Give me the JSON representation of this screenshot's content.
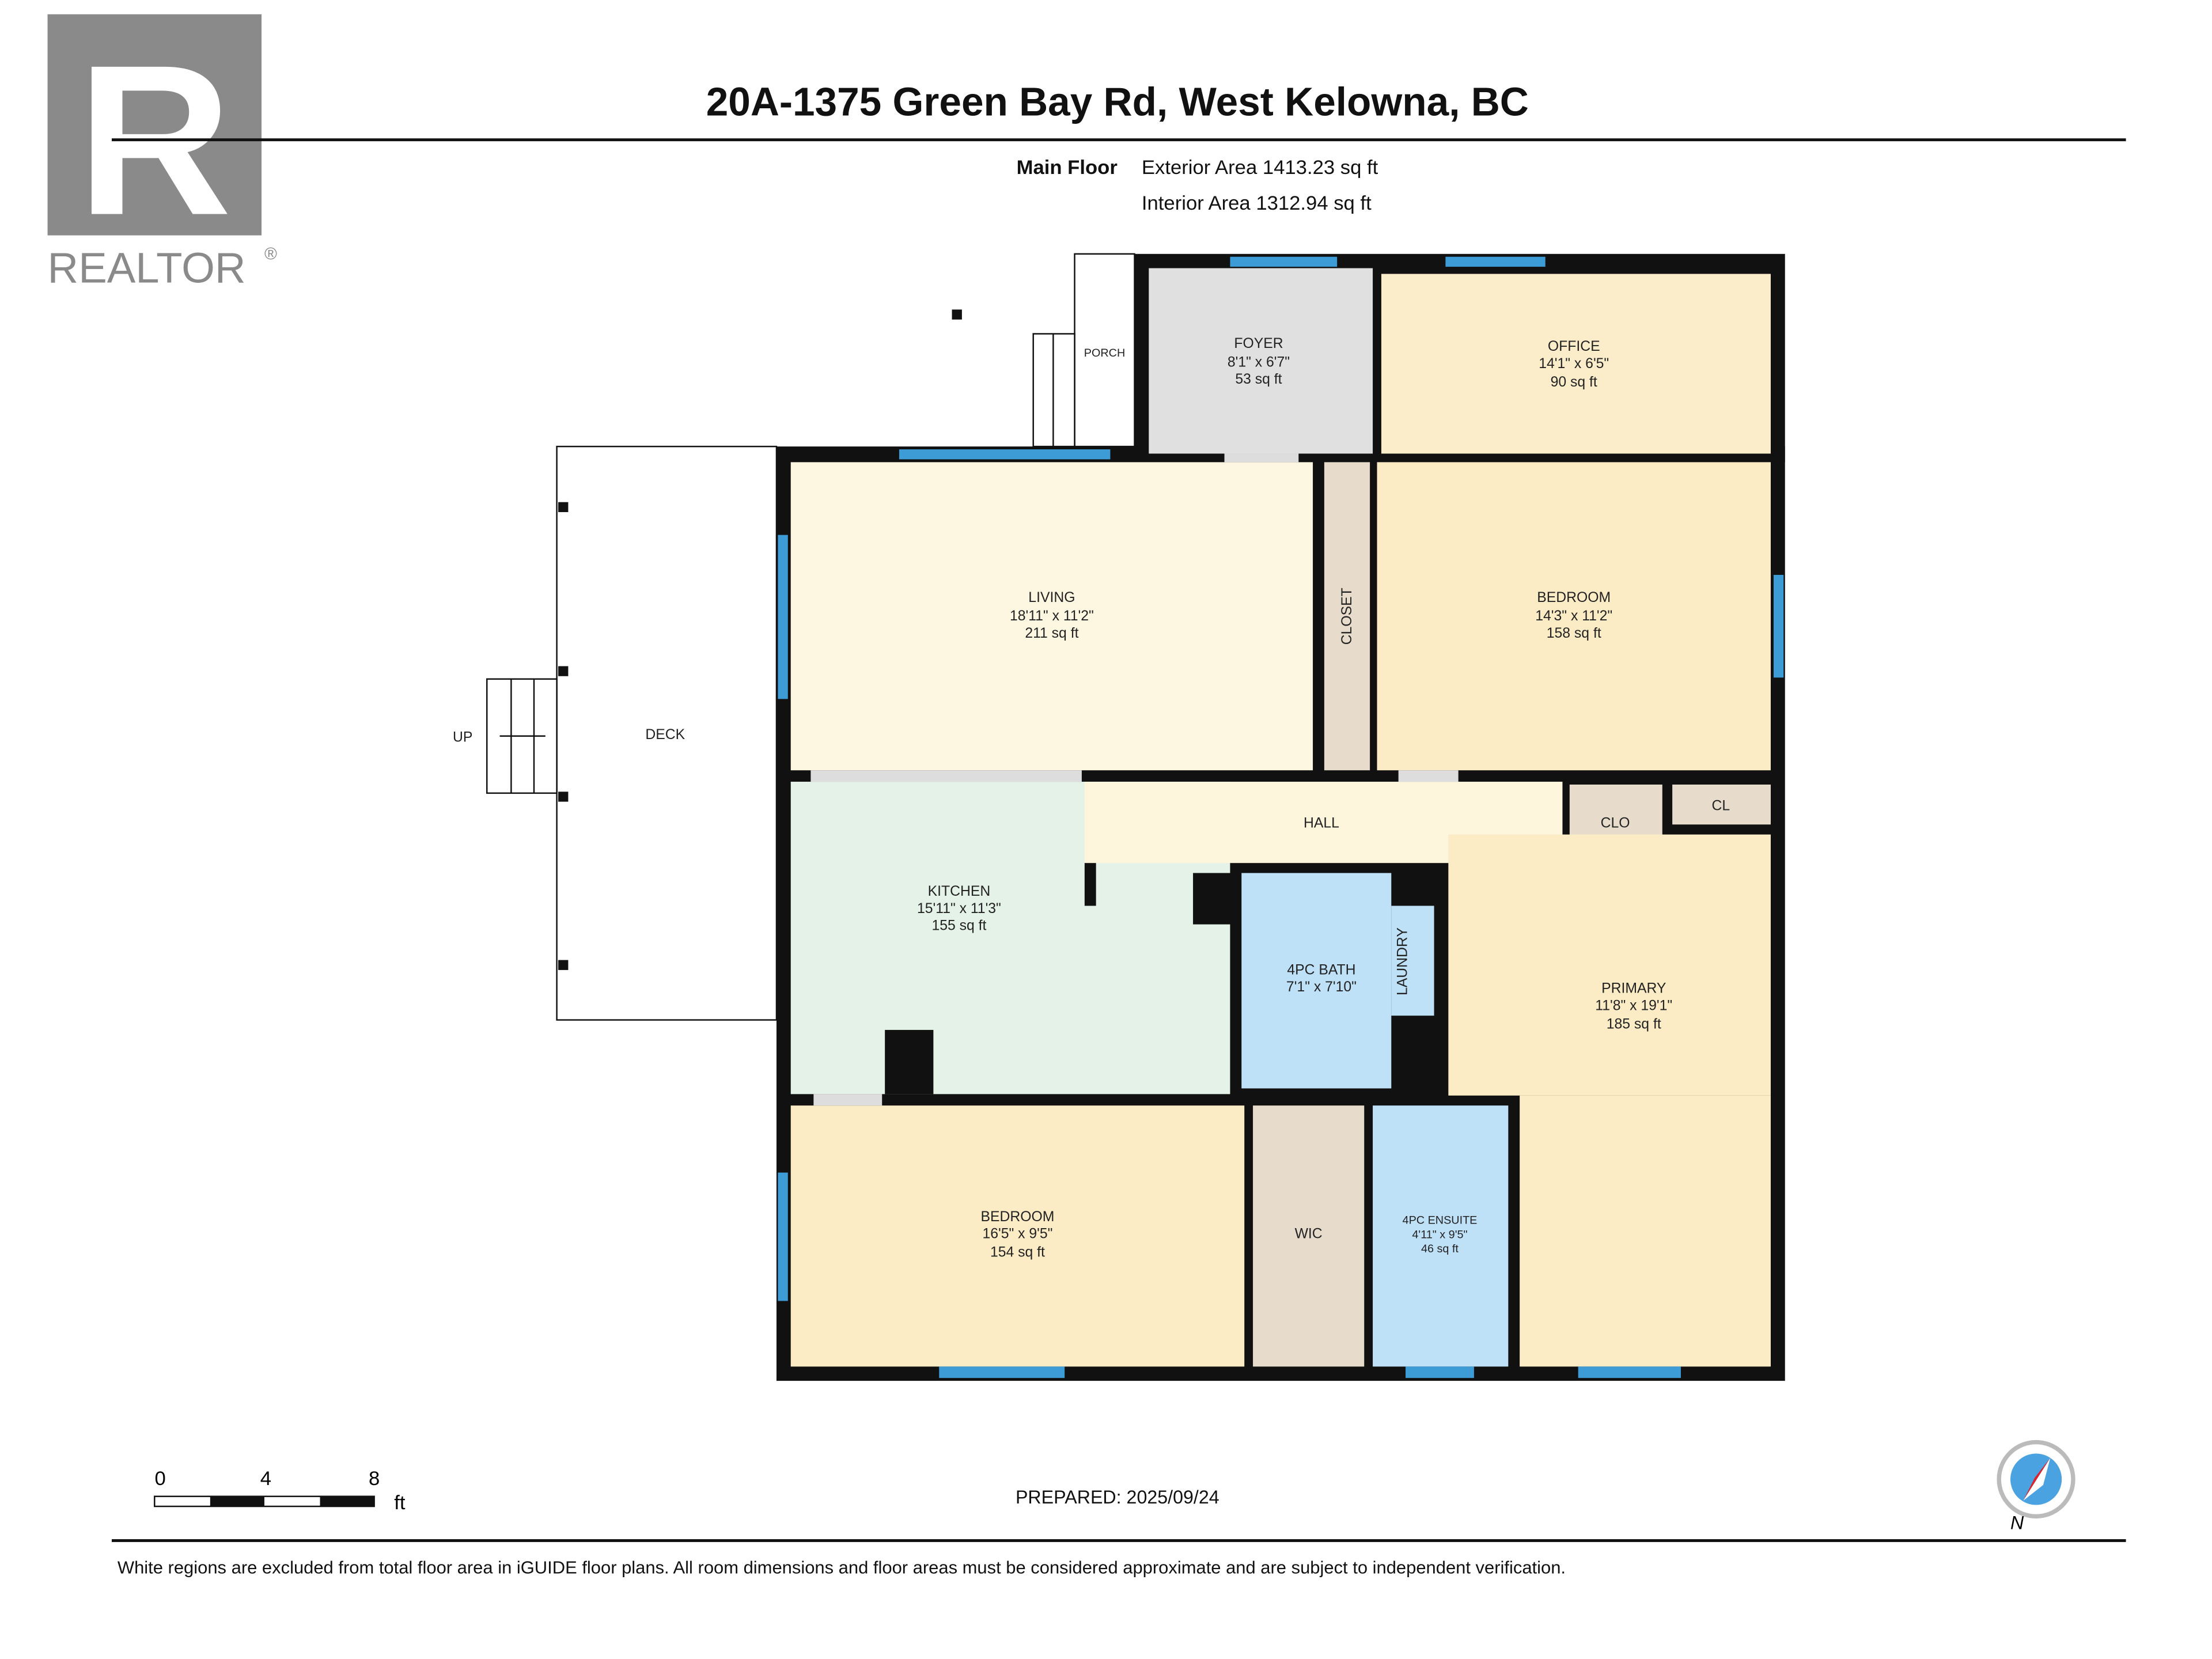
{
  "logo": {
    "text": "REALTOR",
    "mark": "®",
    "letter": "R"
  },
  "header": {
    "title": "20A-1375 Green Bay Rd, West Kelowna, BC"
  },
  "summary": {
    "floor_label": "Main Floor",
    "exterior": "Exterior Area 1413.23 sq ft",
    "interior": "Interior Area 1312.94 sq ft"
  },
  "rooms": {
    "foyer": {
      "name": "FOYER",
      "dims": "8'1\" x 6'7\"",
      "area": "53 sq ft"
    },
    "office": {
      "name": "OFFICE",
      "dims": "14'1\" x 6'5\"",
      "area": "90 sq ft"
    },
    "living": {
      "name": "LIVING",
      "dims": "18'11\" x 11'2\"",
      "area": "211 sq ft"
    },
    "closet": {
      "name": "CLOSET"
    },
    "bedroom1": {
      "name": "BEDROOM",
      "dims": "14'3\" x 11'2\"",
      "area": "158 sq ft"
    },
    "hall": {
      "name": "HALL"
    },
    "clo": {
      "name": "CLO"
    },
    "cl": {
      "name": "CL"
    },
    "kitchen": {
      "name": "KITCHEN",
      "dims": "15'11\" x 11'3\"",
      "area": "155 sq ft"
    },
    "bath": {
      "name": "4PC BATH",
      "dims": "7'1\" x 7'10\""
    },
    "laundry": {
      "name": "LAUNDRY"
    },
    "primary": {
      "name": "PRIMARY",
      "dims": "11'8\" x 19'1\"",
      "area": "185 sq ft"
    },
    "bedroom2": {
      "name": "BEDROOM",
      "dims": "16'5\" x 9'5\"",
      "area": "154 sq ft"
    },
    "wic": {
      "name": "WIC"
    },
    "ensuite": {
      "name": "4PC ENSUITE",
      "dims": "4'11\" x 9'5\"",
      "area": "46 sq ft"
    },
    "porch": {
      "name": "PORCH"
    },
    "deck": {
      "name": "DECK"
    },
    "up": {
      "name": "UP"
    }
  },
  "scale": {
    "ticks": [
      "0",
      "4",
      "8"
    ],
    "unit": "ft"
  },
  "prepared": "PREPARED: 2025/09/24",
  "compass": {
    "label": "N"
  },
  "footer": {
    "disclaimer": "White regions are excluded from total floor area in iGUIDE floor plans. All room dimensions and floor areas must be considered approximate and are subject to independent verification."
  },
  "colors": {
    "wall": "#111111",
    "window": "#3d9bd6",
    "foyer": "#e0e0e0",
    "bedroom": "#fcecc6",
    "living": "#fdf6e0",
    "kitchen": "#e5f2e7",
    "bath": "#bfe1f8",
    "closet": "#e7dccb",
    "logo": "#8a8a8a"
  }
}
